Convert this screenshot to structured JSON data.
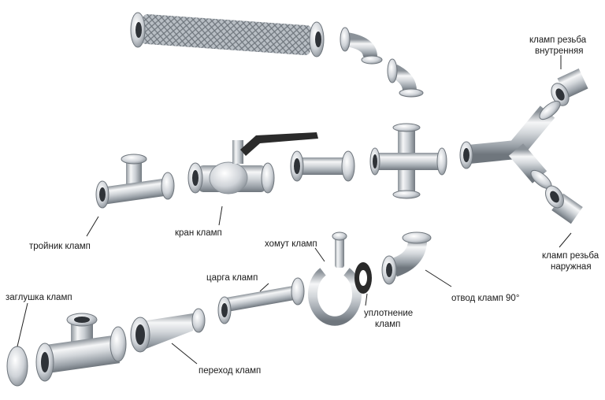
{
  "labels": {
    "hose_clamp_female": [
      "кламп резьба",
      "внутренняя"
    ],
    "tee": "тройник кламп",
    "valve": "кран кламп",
    "hose_clamp_male": [
      "кламп резьба",
      "наружная"
    ],
    "clamp_ring": "хомут кламп",
    "spool": "царга кламп",
    "end_cap": "заглушка кламп",
    "elbow": "отвод кламп 90°",
    "gasket": [
      "уплотнение",
      "кламп"
    ],
    "reducer": "переход кламп"
  },
  "colors": {
    "steel_light": "#f2f4f6",
    "steel_mid": "#c4c9cf",
    "steel_dark": "#7e858d",
    "gasket": "#2a2a2a",
    "handle": "#2b2b2b",
    "leader": "#222222"
  }
}
